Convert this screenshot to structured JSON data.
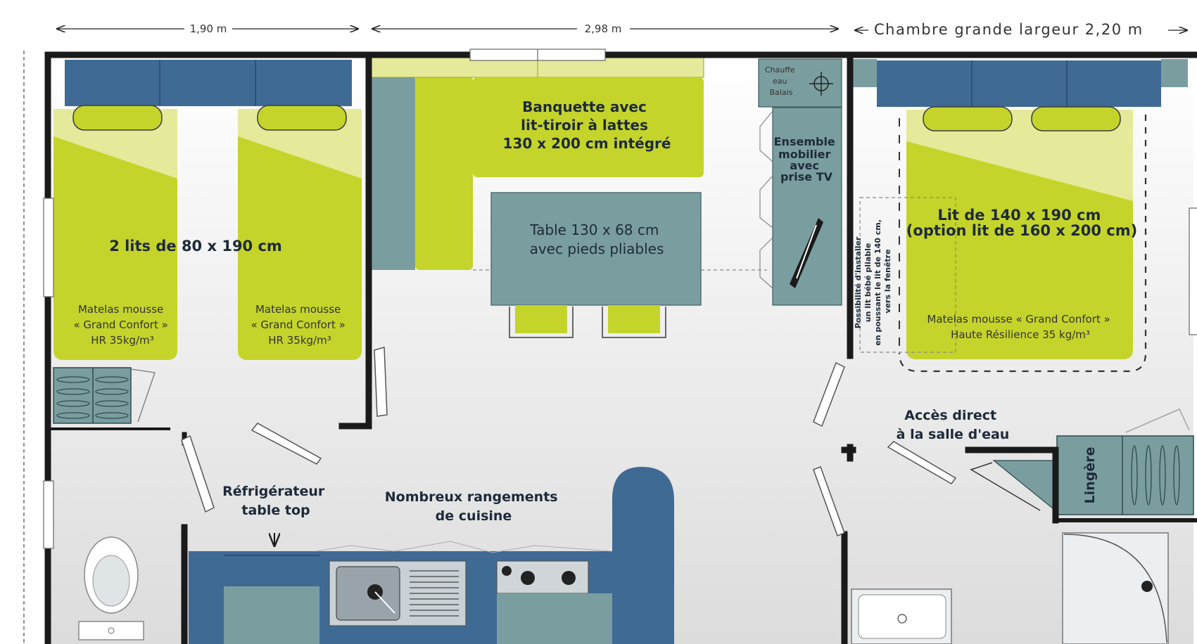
{
  "dimensions": {
    "left_width": "1,90 m",
    "middle_width": "2,98 m",
    "right_width": "Chambre grande largeur 2,20 m"
  },
  "rooms": {
    "twin_room": {
      "beds_label": "2 lits de 80 x 190 cm",
      "mattress_left": [
        "Matelas mousse",
        "« Grand Confort »",
        "HR 35kg/m³"
      ],
      "mattress_right": [
        "Matelas mousse",
        "« Grand Confort »",
        "HR 35kg/m³"
      ]
    },
    "living": {
      "bench_label": [
        "Banquette avec",
        "lit-tiroir à lattes",
        "130 x 200 cm intégré"
      ],
      "table_label": [
        "Table 130 x 68 cm",
        "avec pieds pliables"
      ],
      "water_heater": [
        "Chauffe",
        "eau",
        "Balais"
      ],
      "tv_unit": [
        "Ensemble",
        "mobilier",
        "avec",
        "prise TV"
      ]
    },
    "master_room": {
      "bed_label": [
        "Lit de 140 x 190 cm",
        "(option lit de 160 x 200 cm)"
      ],
      "mattress": [
        "Matelas mousse « Grand Confort »",
        "Haute Résilience 35 kg/m³"
      ],
      "baby_bed_note": [
        "Possibilité d'installer",
        "un lit bébé pliable",
        "en poussant le lit de 140 cm,",
        "vers la fenêtre"
      ]
    },
    "kitchen": {
      "fridge_label": [
        "Réfrigérateur",
        "table top"
      ],
      "storage_label": [
        "Nombreux rangements",
        "de cuisine"
      ]
    },
    "bathroom": {
      "access_label": [
        "Accès direct",
        "à la salle d'eau"
      ],
      "linen_label": "Lingère"
    }
  },
  "colors": {
    "bed_green": "#c4d42a",
    "bed_light": "#e4ea9a",
    "headboard_blue": "#3f6a94",
    "teal": "#7a9ea0",
    "wall": "#1a1a1a",
    "floor_grey": "#e6e6e6"
  }
}
